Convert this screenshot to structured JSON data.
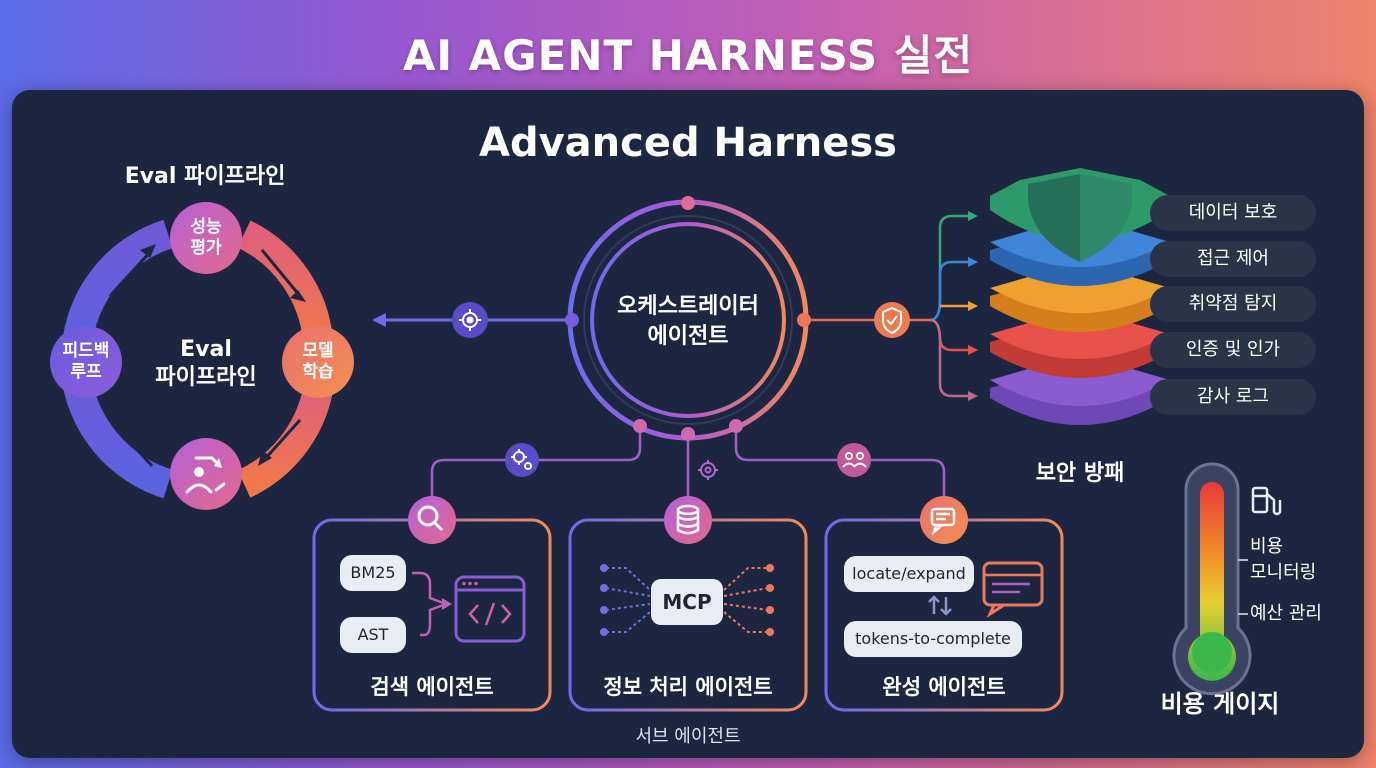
{
  "header": {
    "title": "AI AGENT HARNESS 실전"
  },
  "panel": {
    "title": "Advanced Harness"
  },
  "eval": {
    "heading": "Eval 파이프라인",
    "center_line1": "Eval",
    "center_line2": "파이프라인",
    "nodes": [
      {
        "line1": "성능",
        "line2": "평가"
      },
      {
        "line1": "모델",
        "line2": "학습"
      },
      {
        "line1": "피드백",
        "line2": "루프"
      }
    ],
    "icons": [
      "refresh-user-icon"
    ]
  },
  "orchestrator": {
    "line1": "오케스트레이터",
    "line2": "에이전트"
  },
  "security": {
    "title": "보안 방패",
    "layers": [
      "데이터 보호",
      "접근 제어",
      "취약점 탐지",
      "인증 및 인가",
      "감사 로그"
    ],
    "layer_colors": [
      "#3aa878",
      "#3f86d8",
      "#f0a030",
      "#e8524a",
      "#8a5cd0"
    ]
  },
  "subagents": {
    "caption": "서브 에이전트",
    "search": {
      "title": "검색 에이전트",
      "pills": [
        "BM25",
        "AST"
      ]
    },
    "info": {
      "title": "정보 처리 에이전트",
      "center": "MCP"
    },
    "complete": {
      "title": "완성 에이전트",
      "pills": [
        "locate/expand",
        "tokens-to-complete"
      ]
    }
  },
  "cost": {
    "title": "비용 게이지",
    "label1_line1": "비용",
    "label1_line2": "모니터링",
    "label2": "예산 관리"
  }
}
